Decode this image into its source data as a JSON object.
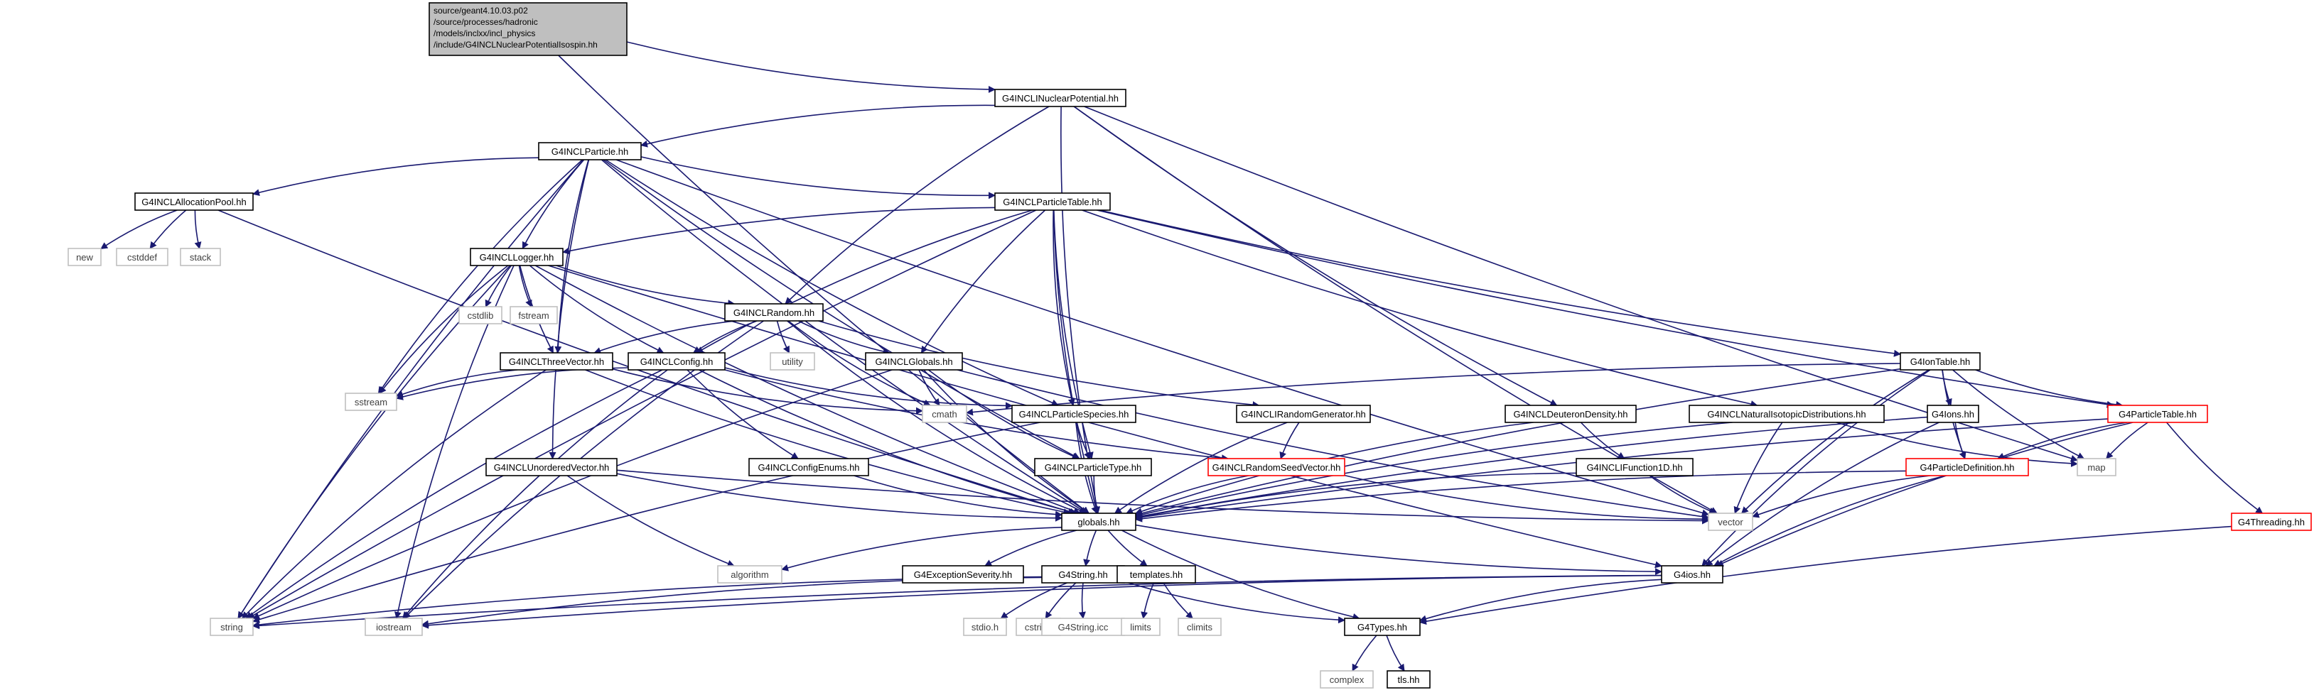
{
  "graph": {
    "root_lines": [
      "source/geant4.10.03.p02",
      "/source/processes/hadronic",
      "/models/inclxx/incl_physics",
      "/include/G4INCLNuclearPotentialIsospin.hh"
    ],
    "labels": {
      "nucpot": "G4INCLINuclearPotential.hh",
      "particle": "G4INCLParticle.hh",
      "alloc": "G4INCLAllocationPool.hh",
      "ptable": "G4INCLParticleTable.hh",
      "new": "new",
      "cstddef": "cstddef",
      "stack": "stack",
      "logger": "G4INCLLogger.hh",
      "cstdlib": "cstdlib",
      "fstream": "fstream",
      "random": "G4INCLRandom.hh",
      "utility": "utility",
      "threevec": "G4INCLThreeVector.hh",
      "config": "G4INCLConfig.hh",
      "inclglobals": "G4INCLGlobals.hh",
      "sstream": "sstream",
      "cmath": "cmath",
      "species": "G4INCLParticleSpecies.hh",
      "rgen": "G4INCLIRandomGenerator.hh",
      "deuteron": "G4INCLDeuteronDensity.hh",
      "natiso": "G4INCLNaturalIsotopicDistributions.hh",
      "iontable": "G4IonTable.hh",
      "ions": "G4Ions.hh",
      "g4ptable": "G4ParticleTable.hh",
      "map": "map",
      "pdef": "G4ParticleDefinition.hh",
      "threading": "G4Threading.hh",
      "unordered": "G4INCLUnorderedVector.hh",
      "cenums": "G4INCLConfigEnums.hh",
      "ptype": "G4INCLParticleType.hh",
      "seed": "G4INCLRandomSeedVector.hh",
      "ifunc": "G4INCLIFunction1D.hh",
      "vector": "vector",
      "globals": "globals.hh",
      "algorithm": "algorithm",
      "excsev": "G4ExceptionSeverity.hh",
      "g4string": "G4String.hh",
      "templates": "templates.hh",
      "g4ios": "G4ios.hh",
      "string": "string",
      "iostream": "iostream",
      "stdioh": "stdio.h",
      "cstring": "cstring",
      "g4stringicc": "G4String.icc",
      "limits": "limits",
      "climits": "climits",
      "g4types": "G4Types.hh",
      "complex": "complex",
      "tls": "tls.hh"
    },
    "colors": {
      "edge": "#191970",
      "root_fill": "#bfbfbf",
      "truncated_border": "#ff0000",
      "external_border": "#bfbfbf"
    }
  }
}
